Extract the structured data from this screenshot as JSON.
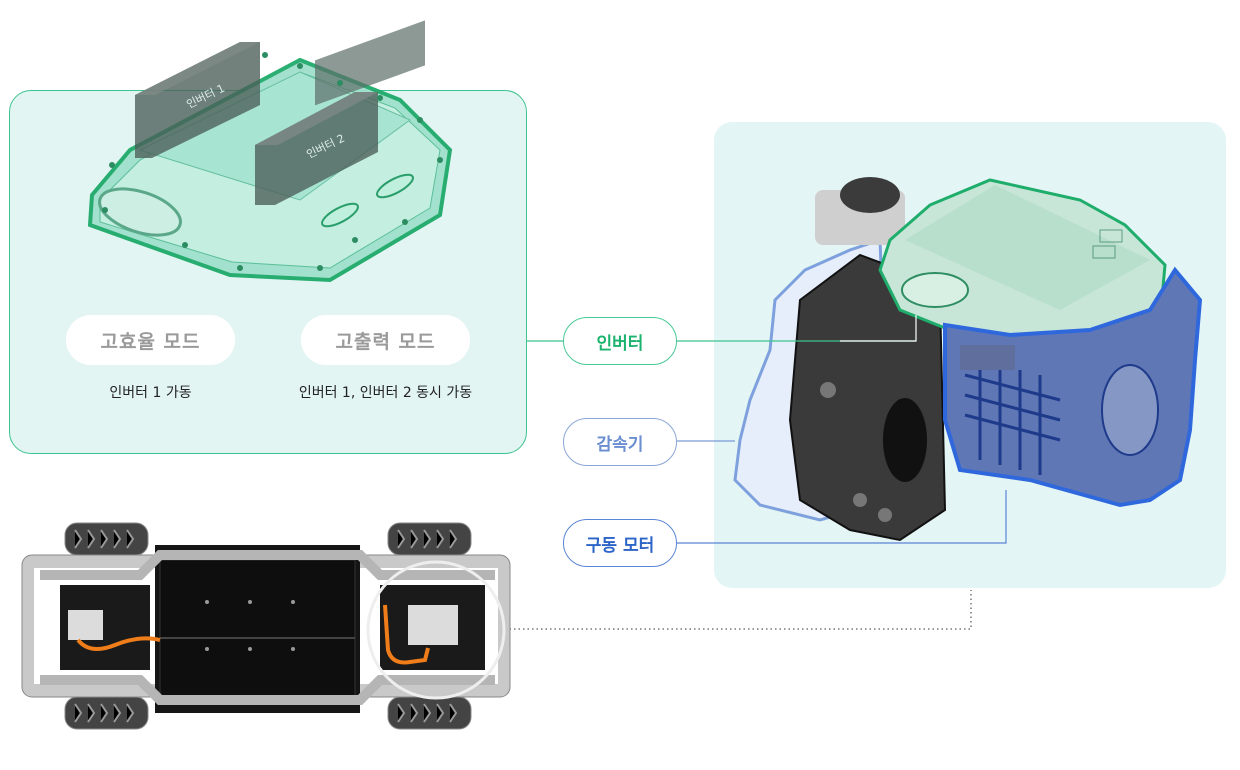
{
  "inverter_module": {
    "block_labels": [
      "인버터 1",
      "인버터 2"
    ]
  },
  "modes": [
    {
      "label": "고효율 모드",
      "description": "인버터 1 가동"
    },
    {
      "label": "고출력 모드",
      "description": "인버터 1, 인버터 2 동시 가동"
    }
  ],
  "callouts": [
    {
      "label": "인버터",
      "color": "#1cb36f"
    },
    {
      "label": "감속기",
      "color": "#6a8ed0"
    },
    {
      "label": "구동 모터",
      "color": "#2d64c8"
    }
  ],
  "colors": {
    "inverter_green": "#1cb36f",
    "reducer_blue": "#8aa6d6",
    "motor_blue": "#2d64c8",
    "panel_bg": "#e3f5f3"
  }
}
